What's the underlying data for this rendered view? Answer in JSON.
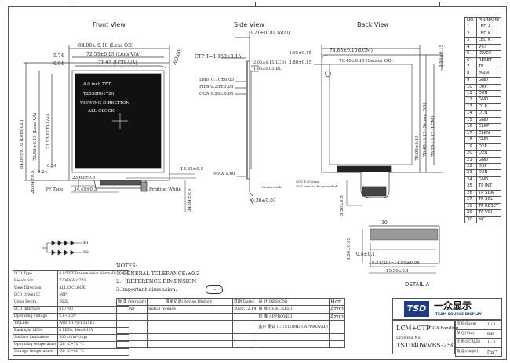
{
  "views": {
    "front": "Front View",
    "side": "Side View",
    "back": "Back View",
    "detail": "DETAIL A",
    "detail_scale": "30"
  },
  "front": {
    "lens_od": "84.00± 0.10 (Lens OD)",
    "lens_va": "72.53±0.15 (Lens V/A)",
    "lcd_aa": "71.93 (LCD A/A)",
    "dim_574": "5.74",
    "dim_604": "6.04",
    "lens_od_v": "84.00±0.10 (Lens OD)",
    "lcd_aa_v": "71.93(LCD A/A)",
    "lens_va_v": "72.53±0.15 (Lens VA)",
    "dim_624": "6.24",
    "dim_654": "6.54",
    "r_label": "R(2.00)",
    "text1": "4.0 inch TFT",
    "text2": "T2030R01720",
    "text3": "VIEWING DIRECTION",
    "text4": "ALL CLOCK",
    "pf_tape": "PF Tape",
    "dim_2363": "23.63±0.5",
    "dim_3449": "34.49±0.3",
    "dim_1362": "13.62±0.5",
    "printing_white": "Printing White",
    "dim_2604": "26.04±0.5",
    "dim_3494": "34.94±0.5"
  },
  "side": {
    "total": "3.21±0.20(Total)",
    "ctp": "CTP T=1.150±0.15",
    "dim_206": "2.06±0.15(LCD)",
    "dim_195": "1.95±0.05(BL)",
    "lens": "Lens 0.70±0.05",
    "film": "Film 0.25±0.05",
    "oca": "OCA 0.20±0.05",
    "max": "MAX 1.60",
    "contact": "Contact side",
    "dim_030": "0.30±0.03"
  },
  "back": {
    "lcm": "74.83±0.10(LCM)",
    "dim_395": "4.95±0.15",
    "dim_380": "3.80±0.15",
    "sensor": "76.40±0.15 (Sensor OD)",
    "dim_356": "3.56±0.15",
    "sensor_od_v": "76.40±0.15 (Sensor OD)",
    "lcm_v": "78.29±0.15 (LCM)",
    "dim_7899": "78.99±0.15",
    "sus1": "SUS T=0.2mm",
    "sus2": "SUS need to be grounded",
    "dim_356b": "3.56±0.3"
  },
  "detail": {
    "dim_05": "0.5±0.1",
    "pitch": "0.54(29)=14.50±0.05",
    "dim_155": "15.50±0.1",
    "dim_350": "3.50±0.03"
  },
  "notes": {
    "title": "NOTES:",
    "n1": "1. GENERAL TOLERANCE:±0.2",
    "n2": "2.(    )REFERENCE DIMENSION",
    "n3": "3.Important dimension:"
  },
  "pins": {
    "header": [
      "NO.",
      "PIN NAME"
    ],
    "rows": [
      [
        "1",
        "LED A"
      ],
      [
        "2",
        "LED K"
      ],
      [
        "3",
        "LED K"
      ],
      [
        "4",
        "VCI"
      ],
      [
        "5",
        "IOVCC"
      ],
      [
        "6",
        "RESET"
      ],
      [
        "7",
        "TE"
      ],
      [
        "8",
        "PWM"
      ],
      [
        "9",
        "GND"
      ],
      [
        "10",
        "D0P"
      ],
      [
        "11",
        "D0N"
      ],
      [
        "12",
        "GND"
      ],
      [
        "13",
        "D1P"
      ],
      [
        "14",
        "D1N"
      ],
      [
        "15",
        "GND"
      ],
      [
        "16",
        "CLKP"
      ],
      [
        "17",
        "CLKN"
      ],
      [
        "18",
        "GND"
      ],
      [
        "19",
        "D2P"
      ],
      [
        "20",
        "D2N"
      ],
      [
        "21",
        "GND"
      ],
      [
        "22",
        "D3P"
      ],
      [
        "23",
        "D3N"
      ],
      [
        "24",
        "GND"
      ],
      [
        "25",
        "TP INT"
      ],
      [
        "26",
        "TP SDA"
      ],
      [
        "27",
        "TP SCL"
      ],
      [
        "28",
        "TP RESET"
      ],
      [
        "29",
        "TP VCI"
      ],
      [
        "30",
        "NC"
      ]
    ]
  },
  "specs": [
    [
      "LCD Type",
      "4.0\"TFT,Transmissive Normally Black"
    ],
    [
      "Resolution",
      "720(RGB)*720"
    ],
    [
      "View Direction",
      "ALL O'CLOCK"
    ],
    [
      "LCD Driver IC",
      "MIPI"
    ],
    [
      "Color Depth",
      "262K"
    ],
    [
      "LCD Interface",
      "ST7703"
    ],
    [
      "Operating voltage",
      "2.8~3.3V"
    ],
    [
      "TP/Lens",
      "With CTP(FT3X1E)"
    ],
    [
      "Backlight LEDs",
      "8 LEDs, 40mA,12V"
    ],
    [
      "Surface luminance",
      "300 cd/m² (typ)"
    ],
    [
      "Operating temperature",
      "-20 °C~70 °C"
    ],
    [
      "Storage temperature",
      "-30 °C~80 °C"
    ]
  ],
  "led": {
    "k1": "K1",
    "k2": "K2"
  },
  "revision": {
    "h_ver": "版 本 (Version)",
    "h_hist": "变更记录(Revise History)",
    "h_date": "日期(Date)",
    "ver": "A0",
    "desc": "Initial release",
    "date": "2020.12.14"
  },
  "titleblock": {
    "design_label": "设 计(DESIGN)",
    "design": "Hcr",
    "check_label": "审 核(CHECKED)",
    "check": "Aron",
    "approve_label": "批 准(APPROVED)",
    "approve": "Aron",
    "customer_label": "客户 承认 (CUSTOMER APPROVAL)",
    "company_cn": "一众显示",
    "company_en": "TEAM SOURCE DISPLAY",
    "logo": "TSD",
    "product": "LCM+CTP",
    "product_sub": "OCA banding",
    "drawing_label": "Drawing No.",
    "drawing_no": "TST040WVBS-25C",
    "page_label": "页 码(Page)",
    "page": "1 / 1",
    "unit_label": "单 位(Unit)",
    "unit": "mm",
    "scale_label": "比 例(SCALE)",
    "scale": "1 : 1",
    "angle_label": "角 度(Angle)"
  }
}
